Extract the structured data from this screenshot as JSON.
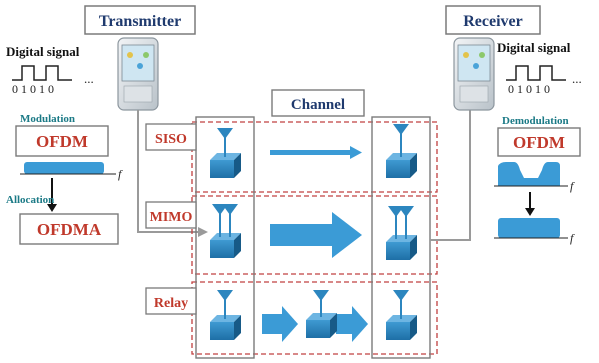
{
  "transmitter": {
    "title": "Transmitter",
    "signal_label": "Digital signal",
    "bits": "0 1 0 1 0",
    "ellipsis": "...",
    "modulation_label": "Modulation",
    "modulation_scheme": "OFDM",
    "allocation_label": "Allocation",
    "allocation_scheme": "OFDMA",
    "axis_label": "f"
  },
  "channel": {
    "title": "Channel",
    "modes": [
      "SISO",
      "MIMO",
      "Relay"
    ]
  },
  "receiver": {
    "title": "Receiver",
    "signal_label": "Digital signal",
    "bits": "0 1 0 1 0",
    "ellipsis": "...",
    "demodulation_label": "Demodulation",
    "demodulation_scheme": "OFDM",
    "axis_label_top": "f",
    "axis_label_bottom": "f"
  },
  "colors": {
    "navy": "#1f3a6e",
    "red": "#c0392b",
    "teal": "#1b7a86",
    "device": "#2c86bf",
    "arrow": "#3b9bd6",
    "dashed": "#c04040",
    "gray": "#9a9a9a"
  }
}
